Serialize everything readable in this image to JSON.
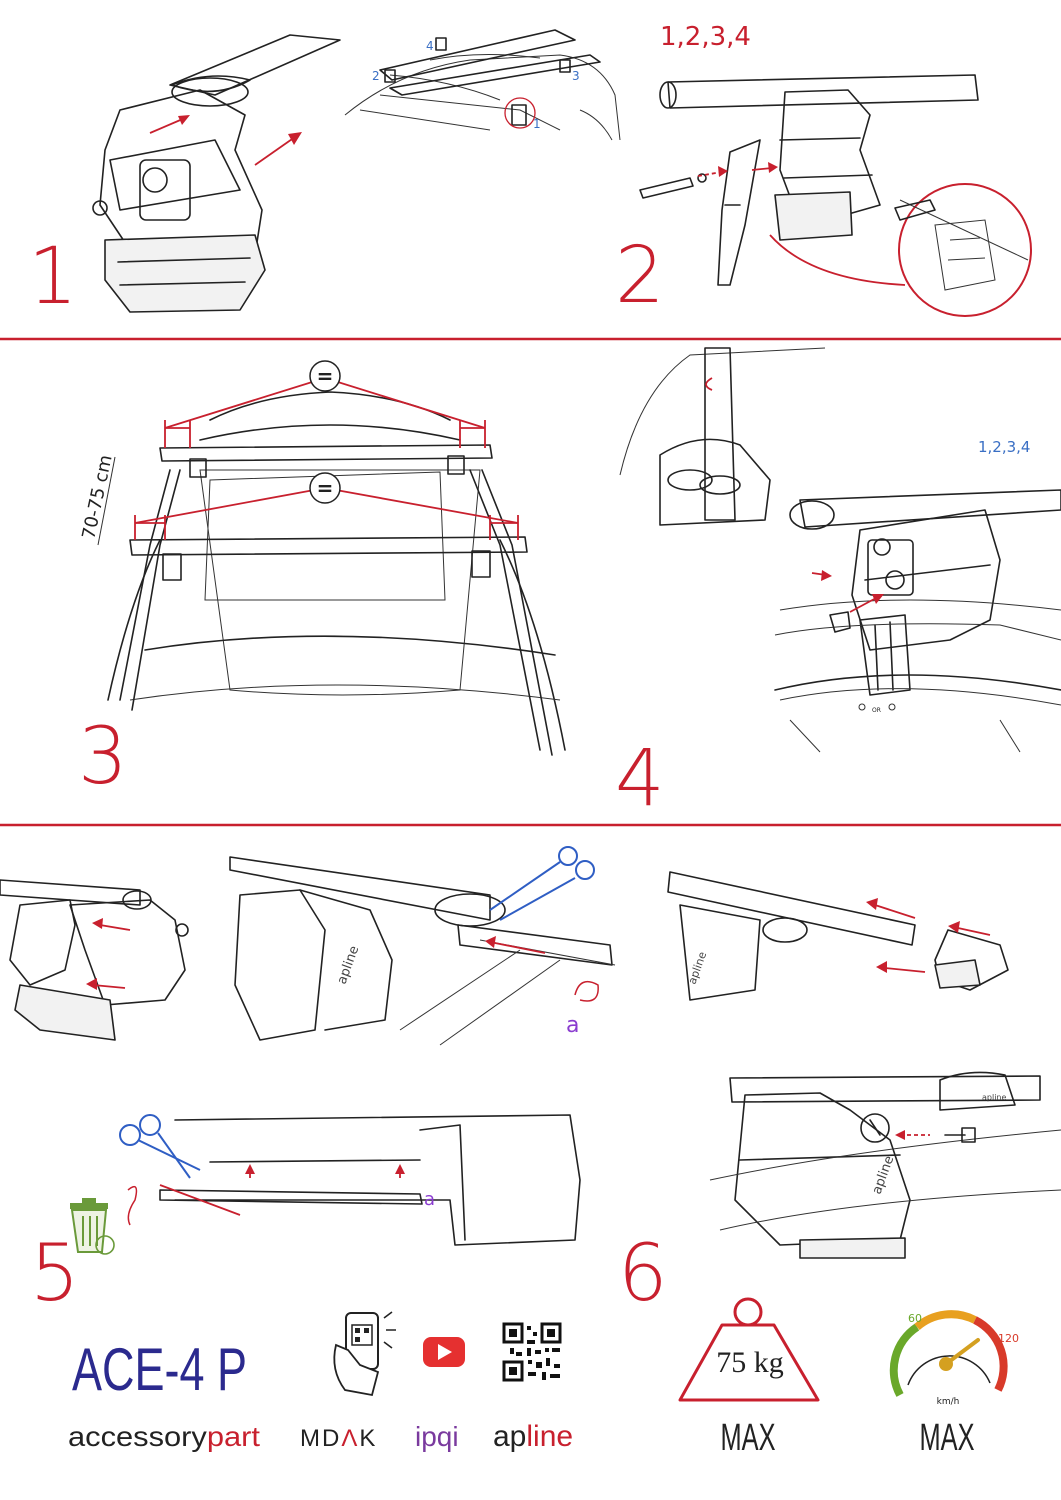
{
  "steps": [
    {
      "number": "1"
    },
    {
      "number": "2",
      "sequence": "1,2,3,4"
    },
    {
      "number": "3",
      "measure": "70-75 cm",
      "equal_sign": "="
    },
    {
      "number": "4",
      "sequence": "1,2,3,4",
      "or_label": "OR"
    },
    {
      "number": "5",
      "cut_label": "a"
    },
    {
      "number": "6"
    }
  ],
  "foot_markers": [
    "1",
    "2",
    "3",
    "4"
  ],
  "cut_marker": "a",
  "brand": {
    "model": "ACE-4 P",
    "brands": [
      {
        "part1": "accessory",
        "part2": "part"
      },
      {
        "part1": "MD",
        "part2": "Λ",
        "part3": "K"
      },
      {
        "part1": "ipqi"
      },
      {
        "part1": "ap",
        "part2": "line"
      }
    ]
  },
  "load": {
    "value": "75 kg",
    "label": "MAX"
  },
  "speed": {
    "tick_low": "60",
    "tick_high": "120",
    "unit": "km/h",
    "label": "MAX"
  },
  "stamp": "apline",
  "colors": {
    "accent_red": "#c8202e",
    "blue": "#2f5ec4",
    "navy": "#2b2a8e",
    "purple": "#8a3ccf",
    "green": "#6a9a3a"
  },
  "icons": [
    "trash-icon",
    "phone-qr-icon",
    "youtube-icon",
    "qr-code-icon",
    "weight-icon",
    "speedometer-icon",
    "scissors-icon"
  ]
}
